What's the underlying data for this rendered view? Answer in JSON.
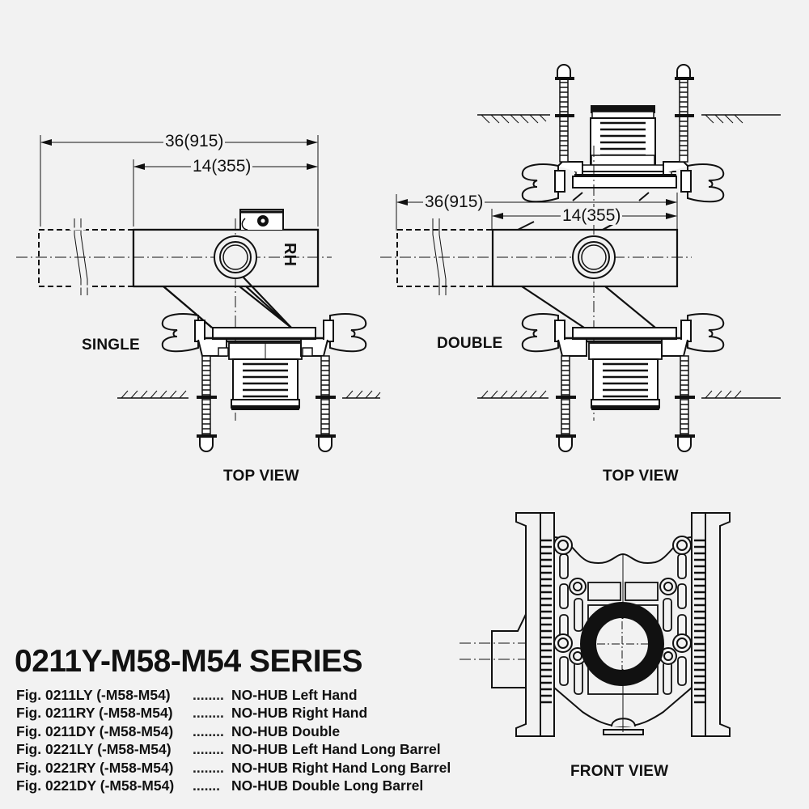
{
  "series": {
    "title": "0211Y-M58-M54 SERIES",
    "figures": [
      {
        "code": "Fig. 0211LY (-M58-M54)",
        "dots": "........",
        "description": "NO-HUB Left Hand"
      },
      {
        "code": "Fig. 0211RY (-M58-M54)",
        "dots": "........",
        "description": "NO-HUB Right Hand"
      },
      {
        "code": "Fig. 0211DY (-M58-M54)",
        "dots": "........",
        "description": "NO-HUB Double"
      },
      {
        "code": "Fig. 0221LY (-M58-M54)",
        "dots": "........",
        "description": "NO-HUB Left Hand Long Barrel"
      },
      {
        "code": "Fig. 0221RY (-M58-M54)",
        "dots": "........",
        "description": "NO-HUB Right Hand Long Barrel"
      },
      {
        "code": "Fig. 0221DY (-M58-M54)",
        "dots": ".......",
        "description": "NO-HUB Double Long Barrel"
      }
    ]
  },
  "views": {
    "single": {
      "label": "SINGLE",
      "caption": "TOP VIEW",
      "hand_marking": "RH",
      "dim_overall": "36(915)",
      "dim_body": "14(355)"
    },
    "double": {
      "label": "DOUBLE",
      "caption": "TOP VIEW",
      "dim_overall": "36(915)",
      "dim_body": "14(355)"
    },
    "front": {
      "caption": "FRONT VIEW"
    }
  },
  "colors": {
    "background": "#f2f2f2",
    "ink": "#111111"
  }
}
